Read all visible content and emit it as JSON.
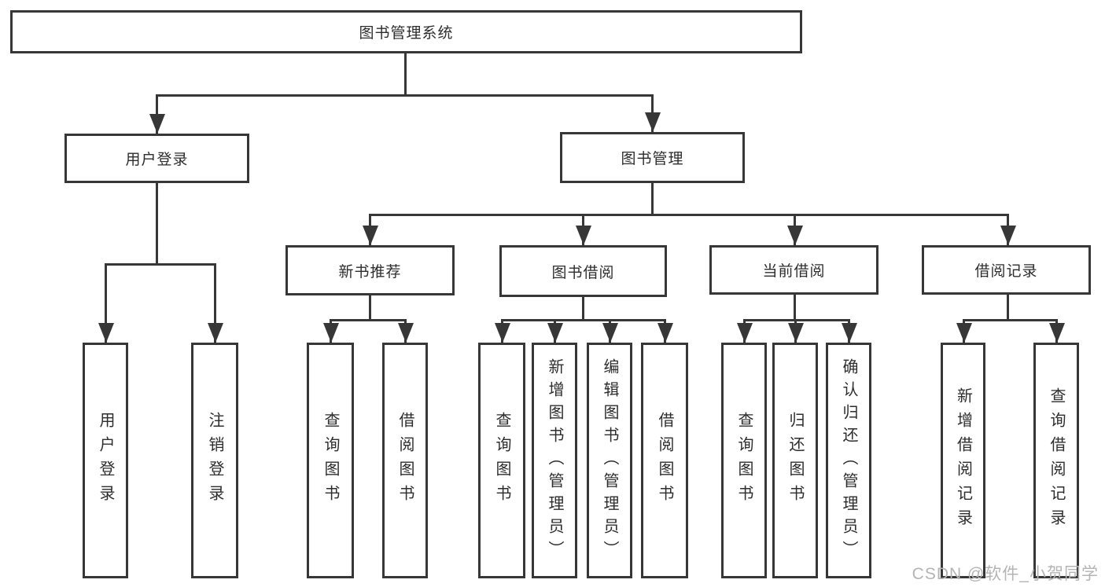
{
  "tree": {
    "root": "图书管理系统",
    "branches": [
      {
        "label": "用户登录",
        "children": [
          "用户登录",
          "注销登录"
        ]
      },
      {
        "label": "图书管理",
        "sub_branches": [
          {
            "label": "新书推荐",
            "children": [
              "查询图书",
              "借阅图书"
            ]
          },
          {
            "label": "图书借阅",
            "children": [
              "查询图书",
              "新增图书（管理员）",
              "编辑图书（管理员）",
              "借阅图书"
            ]
          },
          {
            "label": "当前借阅",
            "children": [
              "查询图书",
              "归还图书",
              "确认归还（管理员）"
            ]
          },
          {
            "label": "借阅记录",
            "children": [
              "新增借阅记录",
              "查询借阅记录"
            ]
          }
        ]
      }
    ]
  },
  "watermark": {
    "text": "CSDN @软件_小贺同学"
  },
  "colors": {
    "line": "#373737",
    "text": "#2d2d2d",
    "watermark": "#b4b4b4",
    "background": "#ffffff"
  }
}
